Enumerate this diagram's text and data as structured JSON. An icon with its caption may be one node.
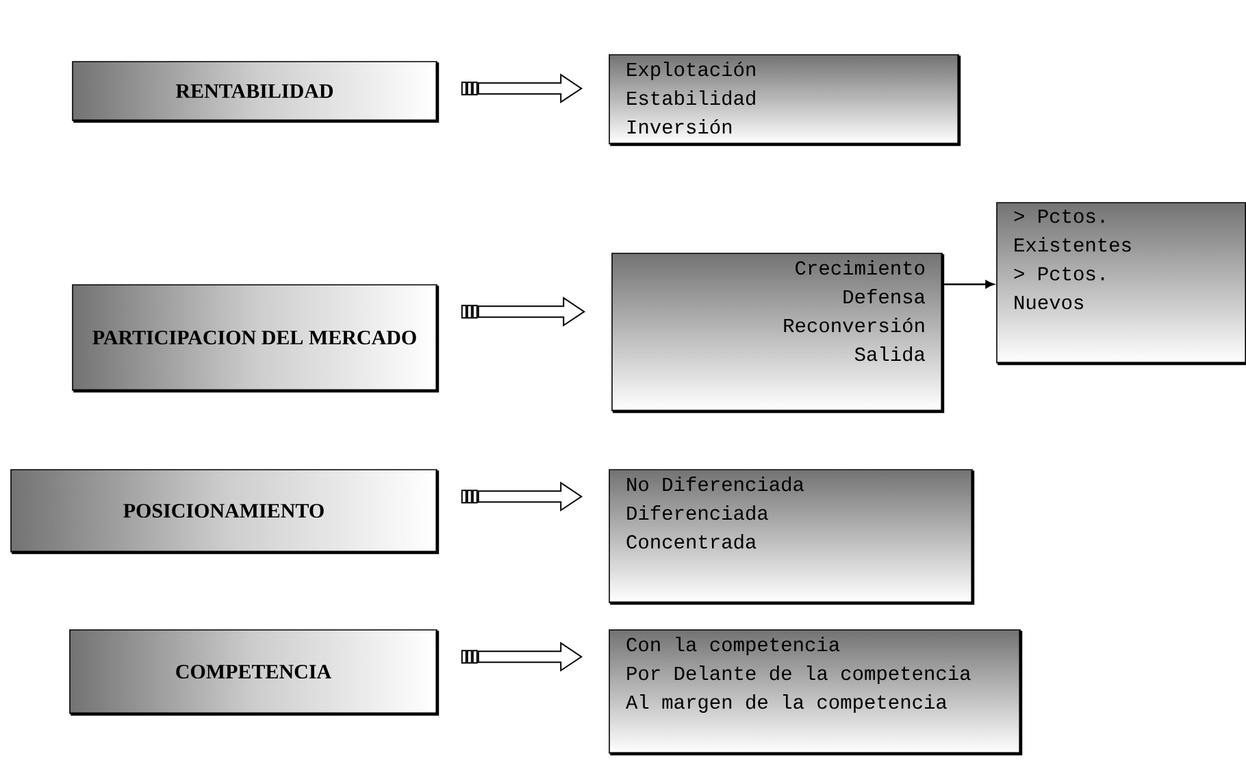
{
  "diagram": {
    "nodes": [
      {
        "text": [
          "RENTABILIDAD"
        ]
      },
      {
        "text": [
          "Explotación",
          "Estabilidad",
          "Inversión"
        ]
      },
      {
        "text": [
          "PARTICIPACION DEL MERCADO"
        ]
      },
      {
        "text": [
          "Crecimiento",
          "Defensa",
          "Reconversión",
          "Salida"
        ]
      },
      {
        "text": [
          "> Pctos. Existentes",
          "> Pctos. Nuevos"
        ]
      },
      {
        "text": [
          "POSICIONAMIENTO"
        ]
      },
      {
        "text": [
          "No Diferenciada",
          "Diferenciada",
          "Concentrada"
        ]
      },
      {
        "text": [
          "COMPETENCIA"
        ]
      },
      {
        "text": [
          "Con la competencia",
          "Por Delante de la competencia",
          "Al margen de la competencia"
        ]
      }
    ],
    "edges": [
      {
        "from": 0,
        "to": 1,
        "arrow": "to",
        "style": "thick"
      },
      {
        "from": 2,
        "to": 3,
        "arrow": "to",
        "style": "thick"
      },
      {
        "from": 3,
        "to": 4,
        "arrow": "to"
      },
      {
        "from": 5,
        "to": 6,
        "arrow": "to",
        "style": "thick"
      },
      {
        "from": 7,
        "to": 8,
        "arrow": "to",
        "style": "thick"
      }
    ]
  }
}
